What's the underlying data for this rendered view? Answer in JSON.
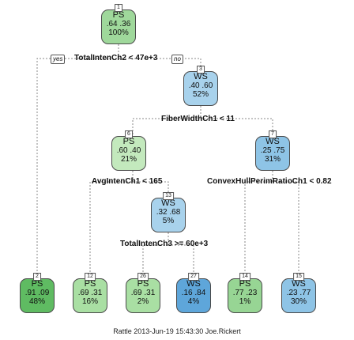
{
  "nodes": {
    "n1": {
      "id": "1",
      "cls": "PS",
      "probs": ".64  .36",
      "pct": "100%",
      "fill": "#9fd89b"
    },
    "n3": {
      "id": "3",
      "cls": "WS",
      "probs": ".40  .60",
      "pct": "52%",
      "fill": "#a8d2ec"
    },
    "n6": {
      "id": "6",
      "cls": "PS",
      "probs": ".60  .40",
      "pct": "21%",
      "fill": "#c3e9bd"
    },
    "n7": {
      "id": "7",
      "cls": "WS",
      "probs": ".25  .75",
      "pct": "31%",
      "fill": "#8ec4e6"
    },
    "n13": {
      "id": "13",
      "cls": "WS",
      "probs": ".32  .68",
      "pct": "5%",
      "fill": "#a8d2ec"
    },
    "n2": {
      "id": "2",
      "cls": "PS",
      "probs": ".91  .09",
      "pct": "48%",
      "fill": "#5fbb62"
    },
    "n12": {
      "id": "12",
      "cls": "PS",
      "probs": ".69  .31",
      "pct": "16%",
      "fill": "#a9dfa3"
    },
    "n26": {
      "id": "26",
      "cls": "PS",
      "probs": ".69  .31",
      "pct": "2%",
      "fill": "#a9dfa3"
    },
    "n27": {
      "id": "27",
      "cls": "WS",
      "probs": ".16  .84",
      "pct": "4%",
      "fill": "#5ea6da"
    },
    "n14": {
      "id": "14",
      "cls": "PS",
      "probs": ".77  .23",
      "pct": "1%",
      "fill": "#97d594"
    },
    "n15": {
      "id": "15",
      "cls": "WS",
      "probs": ".23  .77",
      "pct": "30%",
      "fill": "#8ec4e6"
    }
  },
  "splits": {
    "s1": "TotalIntenCh2 < 47e+3",
    "s3": "FiberWidthCh1 < 11",
    "s6": "AvgIntenCh1 < 165",
    "s7": "ConvexHullPerimRatioCh1 < 0.82",
    "s13": "TotalIntenCh3 >= 60e+3"
  },
  "tags": {
    "yes": "yes",
    "no": "no"
  },
  "footer": "Rattle 2013-Jun-19 15:43:30 Joe.Rickert"
}
